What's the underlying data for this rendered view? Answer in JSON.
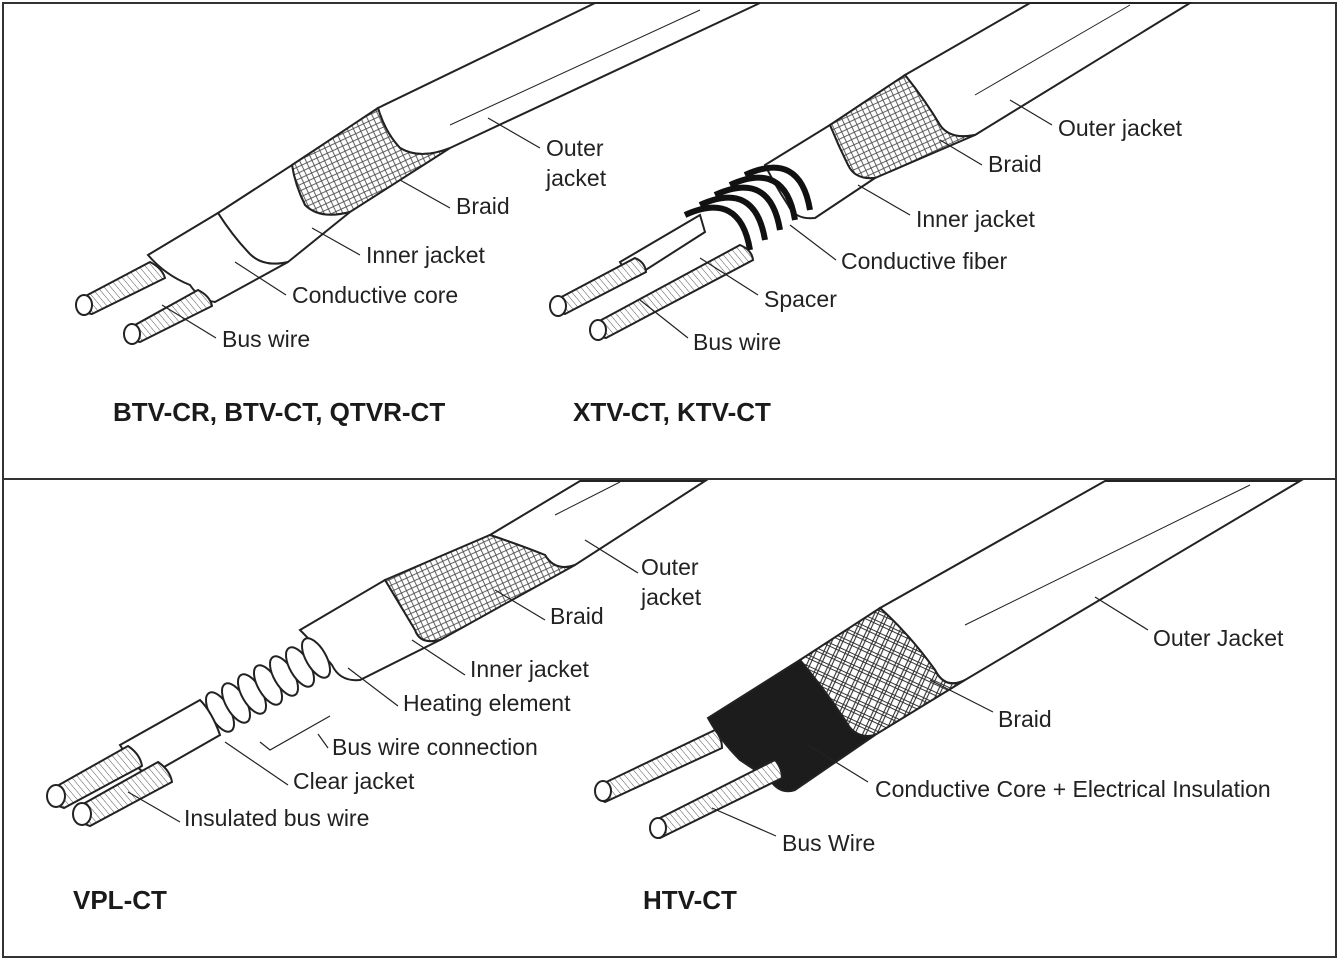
{
  "panels": [
    {
      "title": "BTV-CR, BTV-CT, QTVR-CT",
      "labels": [
        "Outer",
        "jacket",
        "Braid",
        "Inner jacket",
        "Conductive core",
        "Bus wire"
      ]
    },
    {
      "title": "XTV-CT, KTV-CT",
      "labels": [
        "Outer jacket",
        "Braid",
        "Inner jacket",
        "Conductive fiber",
        "Spacer",
        "Bus wire"
      ]
    },
    {
      "title": "VPL-CT",
      "labels": [
        "Outer",
        "jacket",
        "Braid",
        "Inner jacket",
        "Heating element",
        "Bus wire connection",
        "Clear jacket",
        "Insulated bus wire"
      ]
    },
    {
      "title": "HTV-CT",
      "labels": [
        "Outer Jacket",
        "Braid",
        "Conductive Core + Electrical Insulation",
        "Bus Wire"
      ]
    }
  ],
  "colors": {
    "ink": "#222222",
    "core_black": "#1c1c1c",
    "frame": "#333333"
  }
}
